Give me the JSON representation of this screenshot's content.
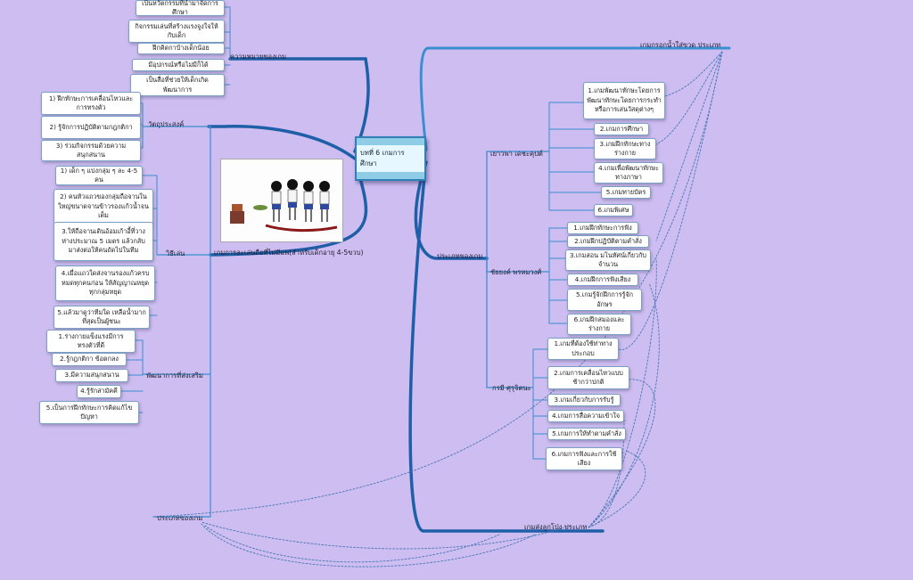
{
  "center": {
    "title": "บทที่ 6 เกมการศึกษา"
  },
  "left": {
    "meaning": {
      "label": "ความหมายของเกม",
      "items": [
        "เป็นหวัตกรรมที่นำมาจัดการศึกษา",
        "กิจกรรมเล่นที่สร้างแรงจูงใจให้กับเด็ก",
        "ฝึกคิดกาบ้างเด็กน้อย",
        "มีอุปกรณ์หรือไม่มีก็ได้",
        "เป็นสื่อที่ช่วยให้เด็กเกิดพัฒนาการ"
      ]
    },
    "objective": {
      "label": "วัตถุประสงค์",
      "items": [
        "1) ฝึกทักษะการเคลื่อนไหวและการทรงตัว",
        "2) รู้จักการปฏิบัติตามกฎกติกา",
        "3) ร่วมกิจกรรมด้วยความสนุกสนาน"
      ]
    },
    "method": {
      "label": "วิธีเล่น",
      "items": [
        "1) เด็ก ๆ แบ่งกลุ่ม ๆ ละ 4-5 คน",
        "2) คนหัวแถวของกลุ่มถือจานในใหญ่ขนาดจานข้าวรองแก้วน้ำจนเต็ม",
        "3.ให้ถือจานเดินอ้อมเก้าอี้ที่วางห่างประมาณ 5 เมตร แล้วกลับ มาส่งต่อให้คนถัดไปในทีม",
        "4.เมื่อแถวใดส่งจานรองแก้วครบหมดทุกคนก่อน ให้สัญญาณหยุด ทุกกลุ่มหยุด",
        "5.แล้วมาดูว่าทีมใด เหลือน้ำมากที่สุดเป็นผู้ชนะ"
      ]
    },
    "development": {
      "label": "พัฒนาการที่ส่งเสริม",
      "items": [
        "1.ร่างกายแข็งแรงมีการทรงตัวที่ดี",
        "2.รู้กฎกติกา ข้อตกลง",
        "3.มีความสนุกสนาน",
        "4.รู้รักสามัคคี",
        "5.เป็นการฝึกทักษะการคิดแก้ไขปัญหา"
      ]
    },
    "game_label": "เกมการละเล่นถือที่ไม่มีแพ(สำหรับเด็กอายุ 4-5ขวบ)",
    "types_label": "ประเภทของเกม"
  },
  "right": {
    "top_label": "เกมกรอกน้ำใส่ขวด ประเภท",
    "types_label": "ประเภทของเกม",
    "bottom_label": "เกมส่งลูกโป่ง   ประเภท",
    "g1": {
      "label": "เยาวพา เดชะคุปต์",
      "items": [
        "1.เกมพัฒนาทักษะโดยการพัฒนาทักษะโดยการกระทำหรือการเล่นวัสดุต่างๆ",
        "2.เกมการศึกษา",
        "3.เกมฝึกทักษะทางร่างกาย",
        "4.เกมเพื่อพัฒนาทักษะทางภาษา",
        "5.เกมทายบัตร",
        "6.เกมพิเศษ"
      ]
    },
    "g2": {
      "label": "ชัยยงค์ พรหมวงศ์",
      "items": [
        "1.เกมฝึกทักษะการฟัง",
        "2.เกมฝึกปฏิบัติตามคำสั่ง",
        "3.เกมสอน มโนทัศน์เกี่ยวกับจำนวน",
        "4.เกมฝึกการฟังเสียง",
        "5.เกมรู้จักฝึกการรู้จักอักษร",
        "6.เกมฝึกสมองและร่างกาย"
      ]
    },
    "g3": {
      "label": "กรมี ศุรุจิตนะ",
      "items": [
        "1.เกมที่ต้องใช้ท่าทางประกอบ",
        "2.เกมการเคลื่อนไหวแบบช้ากว่าปกติ",
        "3.เกมเกี่ยวกับการรับรู้",
        "4.เกมการสื่อความเข้าใจ",
        "5.เกมการให้ทำตามคำสั่ง",
        "6.เกมการฟังและการใช้เสียง"
      ]
    }
  },
  "colors": {
    "background": "#cdbdf0",
    "main_branch": "#1f5fa8",
    "sub_branch": "#3a8fd0",
    "dotted": "#4a78b8"
  }
}
